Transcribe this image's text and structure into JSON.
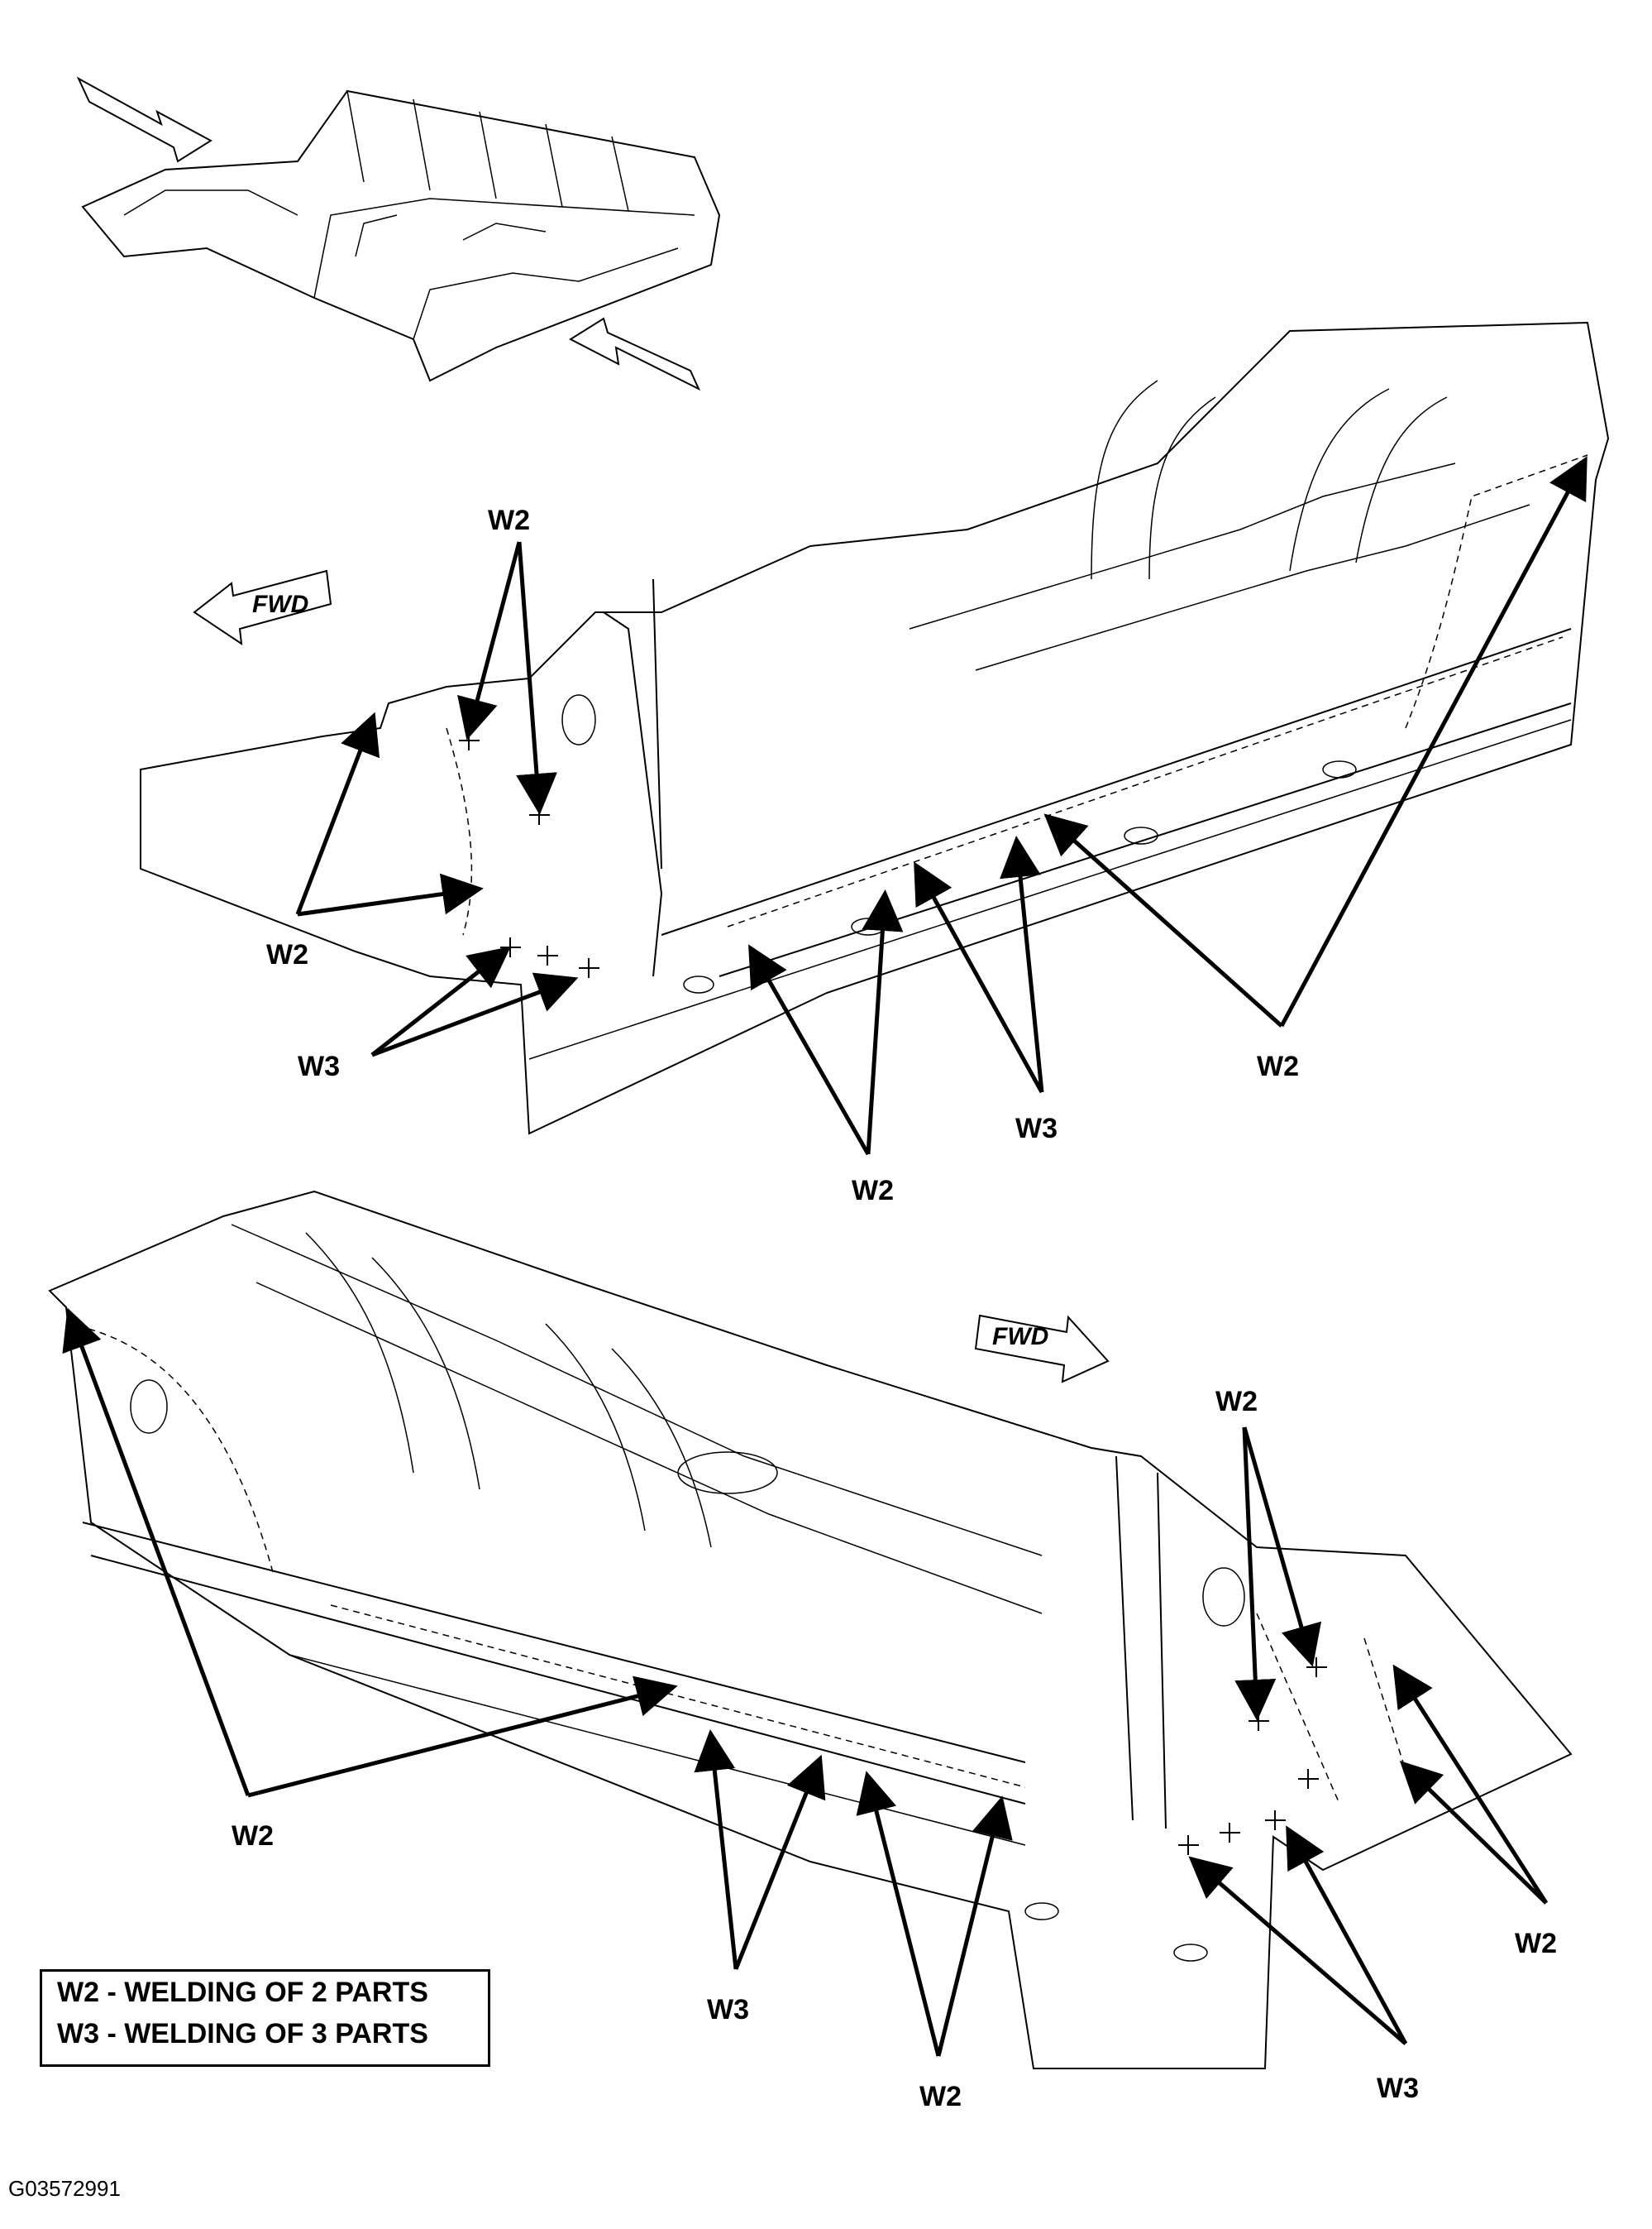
{
  "labels": {
    "w2": "W2",
    "w3": "W3",
    "fwd": "FWD"
  },
  "legend": {
    "line1": "W2 - WELDING OF 2 PARTS",
    "line2": "W3 - WELDING OF 3 PARTS"
  },
  "figure_id": "G03572991"
}
